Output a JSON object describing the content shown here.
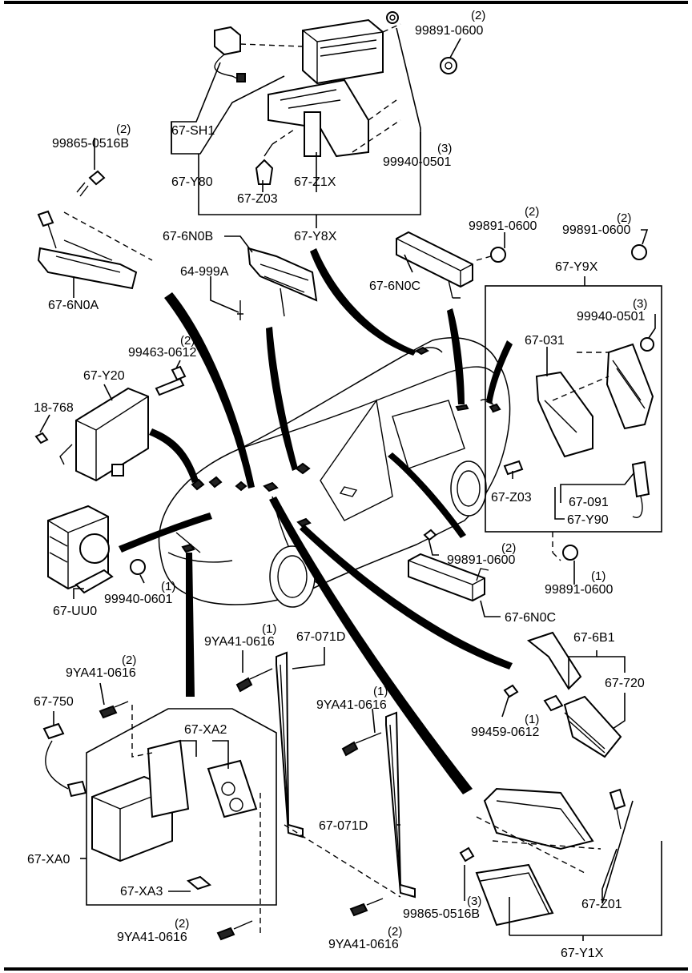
{
  "labels": {
    "p99891_0600_a": {
      "code": "99891-0600",
      "qty": "(2)"
    },
    "p67_SH1": {
      "code": "67-SH1"
    },
    "p99865_0516B_a": {
      "code": "99865-0516B",
      "qty": "(2)"
    },
    "p67_Y80": {
      "code": "67-Y80"
    },
    "p67_Z03_a": {
      "code": "67-Z03"
    },
    "p67_Z1X": {
      "code": "67-Z1X"
    },
    "p99940_0501_a": {
      "code": "99940-0501",
      "qty": "(3)"
    },
    "p67_Y8X": {
      "code": "67-Y8X"
    },
    "p67_6N0B": {
      "code": "67-6N0B"
    },
    "p99891_0600_b": {
      "code": "99891-0600",
      "qty": "(2)"
    },
    "p99891_0600_c": {
      "code": "99891-0600",
      "qty": "(2)"
    },
    "p67_6N0A": {
      "code": "67-6N0A"
    },
    "p64_999A": {
      "code": "64-999A"
    },
    "p67_6N0C_a": {
      "code": "67-6N0C"
    },
    "p67_Y9X": {
      "code": "67-Y9X"
    },
    "p99940_0501_b": {
      "code": "99940-0501",
      "qty": "(3)"
    },
    "p99463_0612": {
      "code": "99463-0612",
      "qty": "(2)"
    },
    "p67_031": {
      "code": "67-031"
    },
    "p67_Y20": {
      "code": "67-Y20"
    },
    "p18_768": {
      "code": "18-768"
    },
    "p67_Z03_b": {
      "code": "67-Z03"
    },
    "p67_091": {
      "code": "67-091"
    },
    "p67_Y90": {
      "code": "67-Y90"
    },
    "p99891_0600_d": {
      "code": "99891-0600",
      "qty": "(2)"
    },
    "p99940_0601": {
      "code": "99940-0601",
      "qty": "(1)"
    },
    "p67_UU0": {
      "code": "67-UU0"
    },
    "p99891_0600_e": {
      "code": "99891-0600",
      "qty": "(1)"
    },
    "p67_6N0C_b": {
      "code": "67-6N0C"
    },
    "p9YA41_0616_a": {
      "code": "9YA41-0616",
      "qty": "(1)"
    },
    "p67_071D_a": {
      "code": "67-071D"
    },
    "p67_6B1": {
      "code": "67-6B1"
    },
    "p9YA41_0616_b": {
      "code": "9YA41-0616",
      "qty": "(2)"
    },
    "p67_720": {
      "code": "67-720"
    },
    "p67_750": {
      "code": "67-750"
    },
    "p9YA41_0616_c": {
      "code": "9YA41-0616",
      "qty": "(1)"
    },
    "p99459_0612": {
      "code": "99459-0612",
      "qty": "(1)"
    },
    "p67_XA2": {
      "code": "67-XA2"
    },
    "p67_071D_b": {
      "code": "67-071D"
    },
    "p67_XA0": {
      "code": "67-XA0"
    },
    "p67_XA3": {
      "code": "67-XA3"
    },
    "p99865_0516B_b": {
      "code": "99865-0516B",
      "qty": "(3)"
    },
    "p67_Z01": {
      "code": "67-Z01"
    },
    "p9YA41_0616_d": {
      "code": "9YA41-0616",
      "qty": "(2)"
    },
    "p9YA41_0616_e": {
      "code": "9YA41-0616",
      "qty": "(2)"
    },
    "p67_Y1X": {
      "code": "67-Y1X"
    }
  }
}
